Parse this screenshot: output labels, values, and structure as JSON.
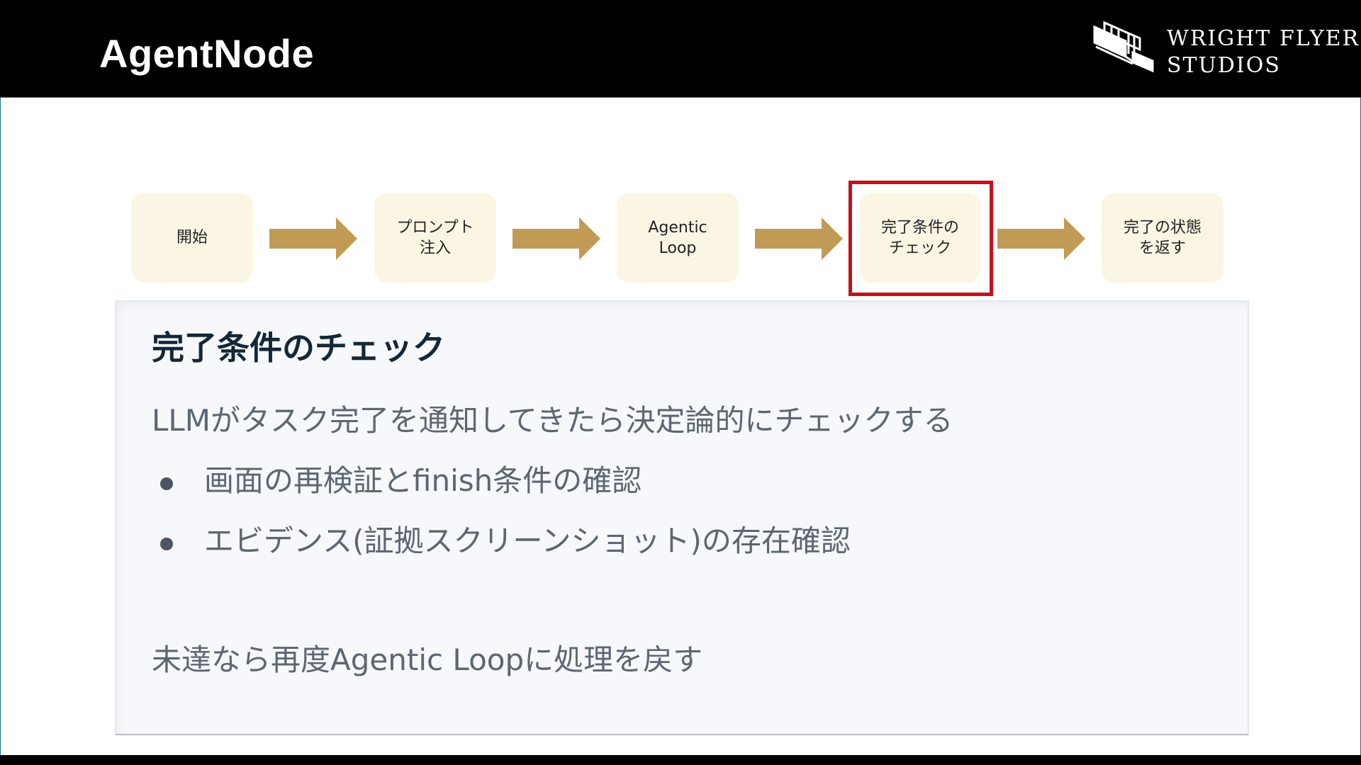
{
  "header": {
    "title": "AgentNode",
    "logo_line1": "WRIGHT FLYER",
    "logo_line2": "STUDIOS"
  },
  "flow": {
    "steps": [
      {
        "label": "開始"
      },
      {
        "label": "プロンプト\n注入"
      },
      {
        "label": "Agentic\nLoop"
      },
      {
        "label": "完了条件の\nチェック"
      },
      {
        "label": "完了の状態\nを返す"
      }
    ],
    "highlighted_index": 3
  },
  "info": {
    "title": "完了条件のチェック",
    "intro": "LLMがタスク完了を通知してきたら決定論的にチェックする",
    "bullets": [
      "画面の再検証とfinish条件の確認",
      "エビデンス(証拠スクリーンショット)の存在確認"
    ],
    "footer": "未達なら再度Agentic Loopに処理を戻す"
  },
  "colors": {
    "header_bg": "#000000",
    "step_bg": "#fbf5e4",
    "arrow": "#c19a56",
    "highlight": "#c4121a",
    "panel_bg": "#f6f8fb",
    "title_text": "#142638",
    "body_text": "#5d6672"
  }
}
